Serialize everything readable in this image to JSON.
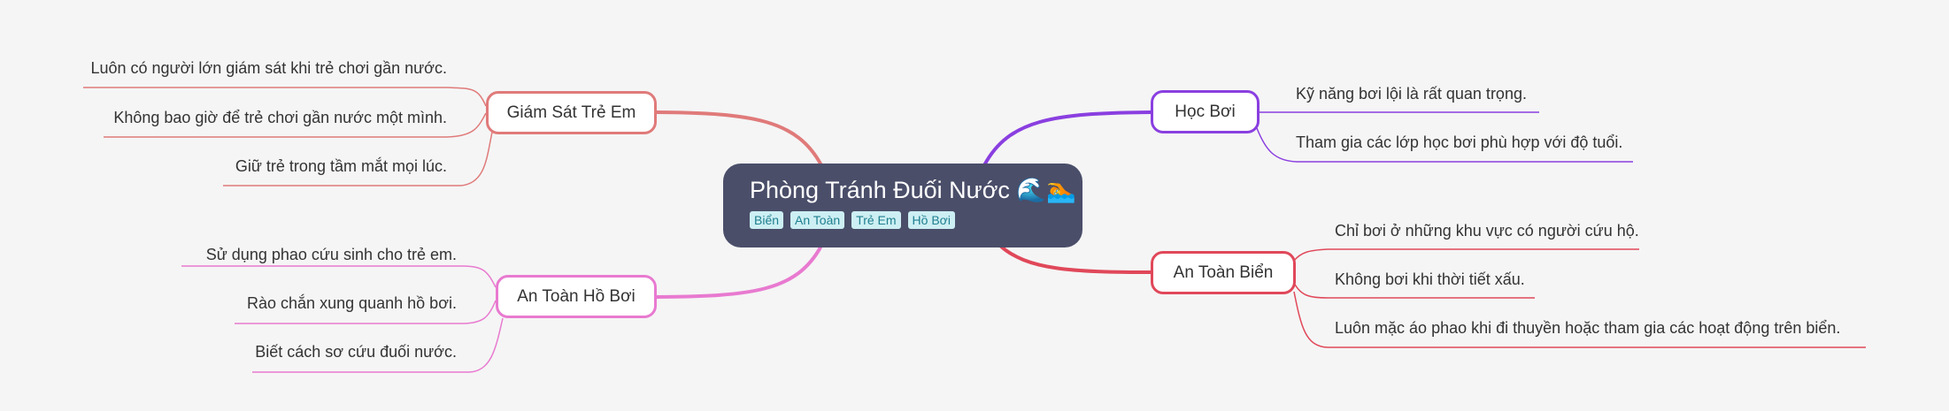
{
  "root": {
    "title": "Phòng Tránh Đuối Nước 🌊🏊",
    "tags": [
      "Biển",
      "An Toàn",
      "Trẻ Em",
      "Hồ Bơi"
    ],
    "color": "#4a4e69"
  },
  "branches": {
    "giam_sat": {
      "label": "Giám Sát Trẻ Em",
      "color": "#e07a7a",
      "leaves": [
        "Luôn có người lớn giám sát khi trẻ chơi gần nước.",
        "Không bao giờ để trẻ chơi gần nước một mình.",
        "Giữ trẻ trong tầm mắt mọi lúc."
      ]
    },
    "ho_boi": {
      "label": "An Toàn Hồ Bơi",
      "color": "#e87ad0",
      "leaves": [
        "Sử dụng phao cứu sinh cho trẻ em.",
        "Rào chắn xung quanh hồ bơi.",
        "Biết cách sơ cứu đuối nước."
      ]
    },
    "hoc_boi": {
      "label": "Học Bơi",
      "color": "#8a3fe0",
      "leaves": [
        "Kỹ năng bơi lội là rất quan trọng.",
        "Tham gia các lớp học bơi phù hợp với độ tuổi."
      ]
    },
    "bien": {
      "label": "An Toàn Biển",
      "color": "#e0485a",
      "leaves": [
        "Chỉ bơi ở những khu vực có người cứu hộ.",
        "Không bơi khi thời tiết xấu.",
        "Luôn mặc áo phao khi đi thuyền hoặc tham gia các hoạt động trên biển."
      ]
    }
  }
}
